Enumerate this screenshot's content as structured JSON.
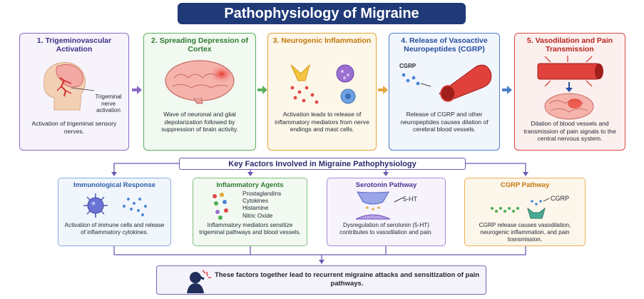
{
  "title": "Pathophysiology of Migraine",
  "stages": [
    {
      "title": "1. Trigeminovascular Activation",
      "image_label": "Trigeminal nerve activation",
      "description": "Activation of trigeminal sensory nerves."
    },
    {
      "title": "2. Spreading Depression of Cortex",
      "description": "Wave of neuronal and glial depolarization followed by suppression of brain activity."
    },
    {
      "title": "3. Neurogenic Inflammation",
      "description": "Activation leads to release of inflammatory mediators from nerve endings and mast cells."
    },
    {
      "title": "4. Release of Vasoactive Neuropeptides (CGRP)",
      "image_label": "CGRP",
      "description": "Release of CGRP and other neuropeptides causes dilation of cerebral blood vessels."
    },
    {
      "title": "5. Vasodilation and Pain Transmission",
      "description": "Dilation of blood vessels and transmission of pain signals to the central nervous system."
    }
  ],
  "key_factors_title": "Key Factors Involved in Migraine Pathophysiology",
  "factors": [
    {
      "title": "Immunological Response",
      "description": "Activation of immune cells and release of inflammatory cytokines."
    },
    {
      "title": "Inflammatory Agents",
      "agents": [
        "Prostaglandins",
        "Cytokines",
        "Histamine",
        "Nitric Oxide"
      ],
      "description": "Inflammatory mediators sensitize trigeminal pathways and blood vessels."
    },
    {
      "title": "Serotonin Pathway",
      "image_label": "5-HT",
      "description": "Dysregulation of serotonin (5-HT) contributes to vasodilation and pain."
    },
    {
      "title": "CGRP Pathway",
      "image_label": "CGRP",
      "description": "CGRP release causes vasodilation, neurogenic inflammation, and pain transmission."
    }
  ],
  "summary": "These factors together lead to recurrent migraine attacks and sensitization of pain pathways.",
  "colors": {
    "title_bg": "#203a78",
    "stage1": "#8a6bc4",
    "stage2": "#5cae5e",
    "stage3": "#e2a63a",
    "stage4": "#4c7fc9",
    "stage5": "#d94b44"
  }
}
